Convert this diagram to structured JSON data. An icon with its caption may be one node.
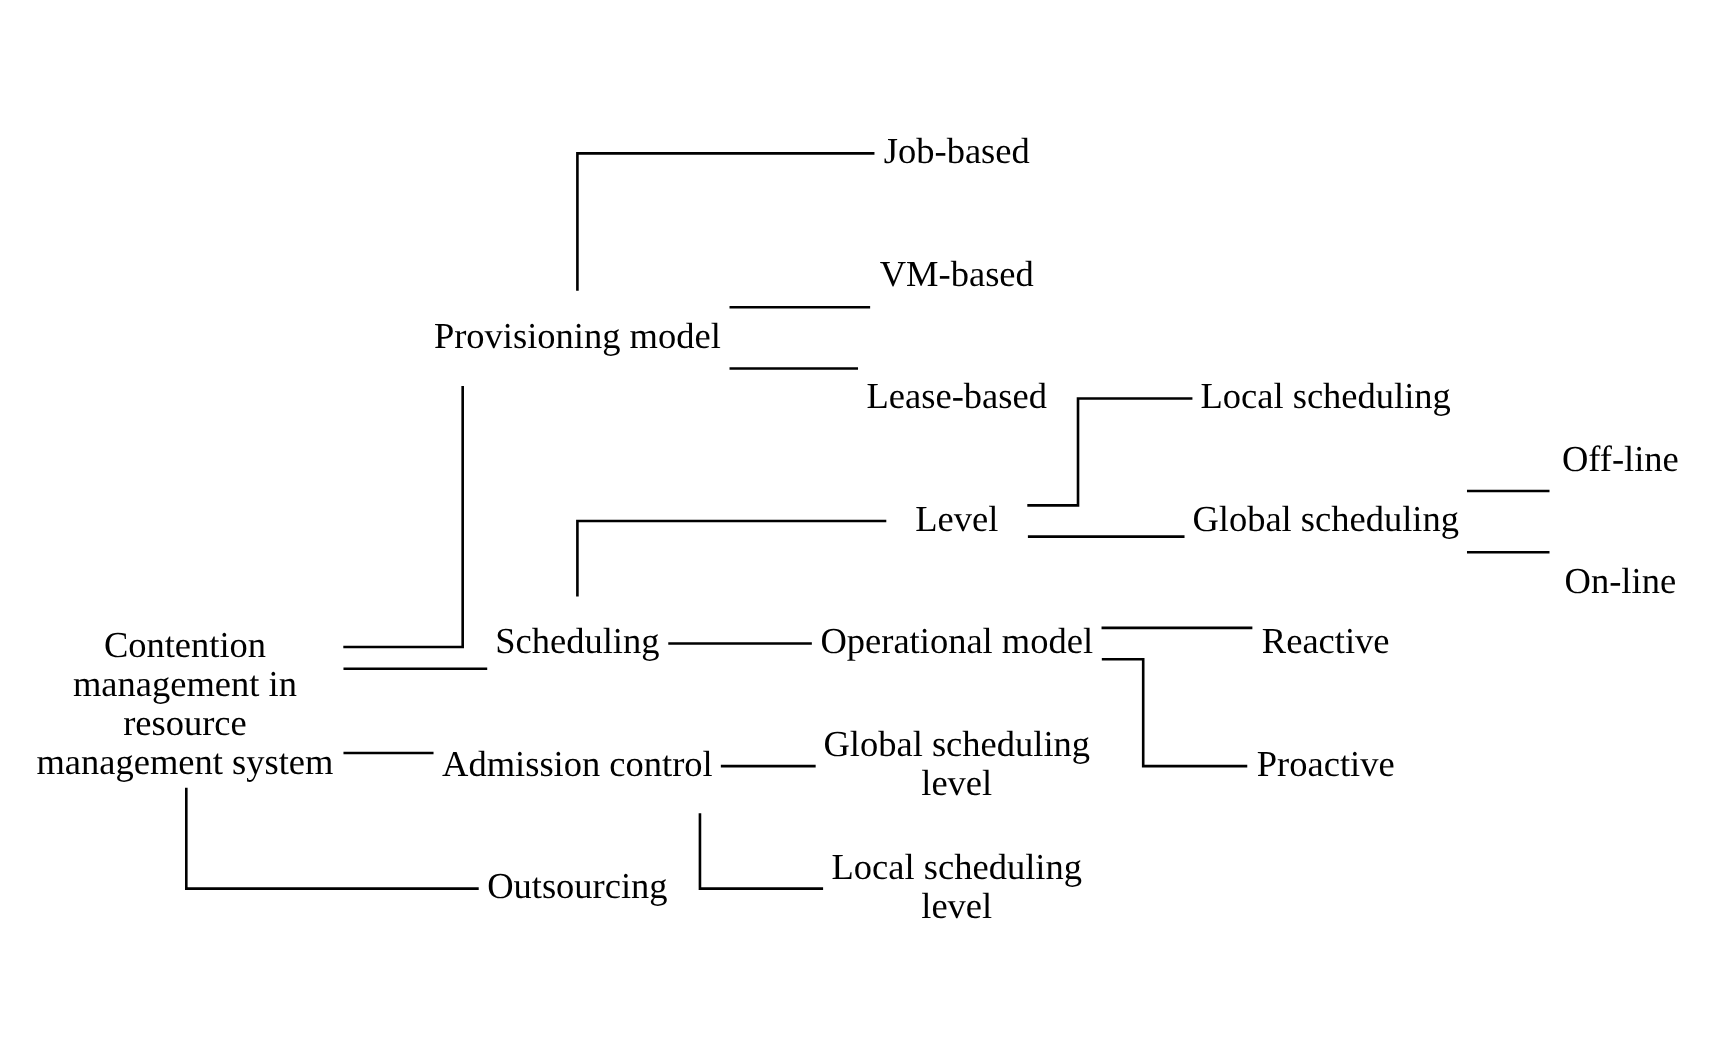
{
  "diagram": {
    "nodes": [
      {
        "text": [
          "Contention management in resource management system"
        ]
      },
      {
        "text": [
          "Provisioning model"
        ]
      },
      {
        "text": [
          "Job-based"
        ]
      },
      {
        "text": [
          "VM-based"
        ]
      },
      {
        "text": [
          "Lease-based"
        ]
      },
      {
        "text": [
          "Scheduling"
        ]
      },
      {
        "text": [
          "Level"
        ]
      },
      {
        "text": [
          "Local scheduling"
        ]
      },
      {
        "text": [
          "Global scheduling"
        ]
      },
      {
        "text": [
          "Off-line"
        ]
      },
      {
        "text": [
          "On-line"
        ]
      },
      {
        "text": [
          "Operational model"
        ]
      },
      {
        "text": [
          "Reactive"
        ]
      },
      {
        "text": [
          "Proactive"
        ]
      },
      {
        "text": [
          "Admission control"
        ]
      },
      {
        "text": [
          "Global scheduling level"
        ]
      },
      {
        "text": [
          "Local scheduling level"
        ]
      },
      {
        "text": [
          "Outsourcing"
        ]
      }
    ],
    "edges": [
      {
        "from": 0,
        "to": 1,
        "arrow": "none"
      },
      {
        "from": 0,
        "to": 5,
        "arrow": "none"
      },
      {
        "from": 0,
        "to": 14,
        "arrow": "none"
      },
      {
        "from": 0,
        "to": 17,
        "arrow": "none"
      },
      {
        "from": 1,
        "to": 2,
        "arrow": "none"
      },
      {
        "from": 1,
        "to": 3,
        "arrow": "none"
      },
      {
        "from": 1,
        "to": 4,
        "arrow": "none"
      },
      {
        "from": 5,
        "to": 6,
        "arrow": "none"
      },
      {
        "from": 5,
        "to": 11,
        "arrow": "none"
      },
      {
        "from": 6,
        "to": 7,
        "arrow": "none"
      },
      {
        "from": 6,
        "to": 8,
        "arrow": "none"
      },
      {
        "from": 8,
        "to": 9,
        "arrow": "none"
      },
      {
        "from": 8,
        "to": 10,
        "arrow": "none"
      },
      {
        "from": 11,
        "to": 12,
        "arrow": "none"
      },
      {
        "from": 11,
        "to": 13,
        "arrow": "none"
      },
      {
        "from": 14,
        "to": 15,
        "arrow": "none"
      },
      {
        "from": 14,
        "to": 16,
        "arrow": "none"
      }
    ]
  }
}
